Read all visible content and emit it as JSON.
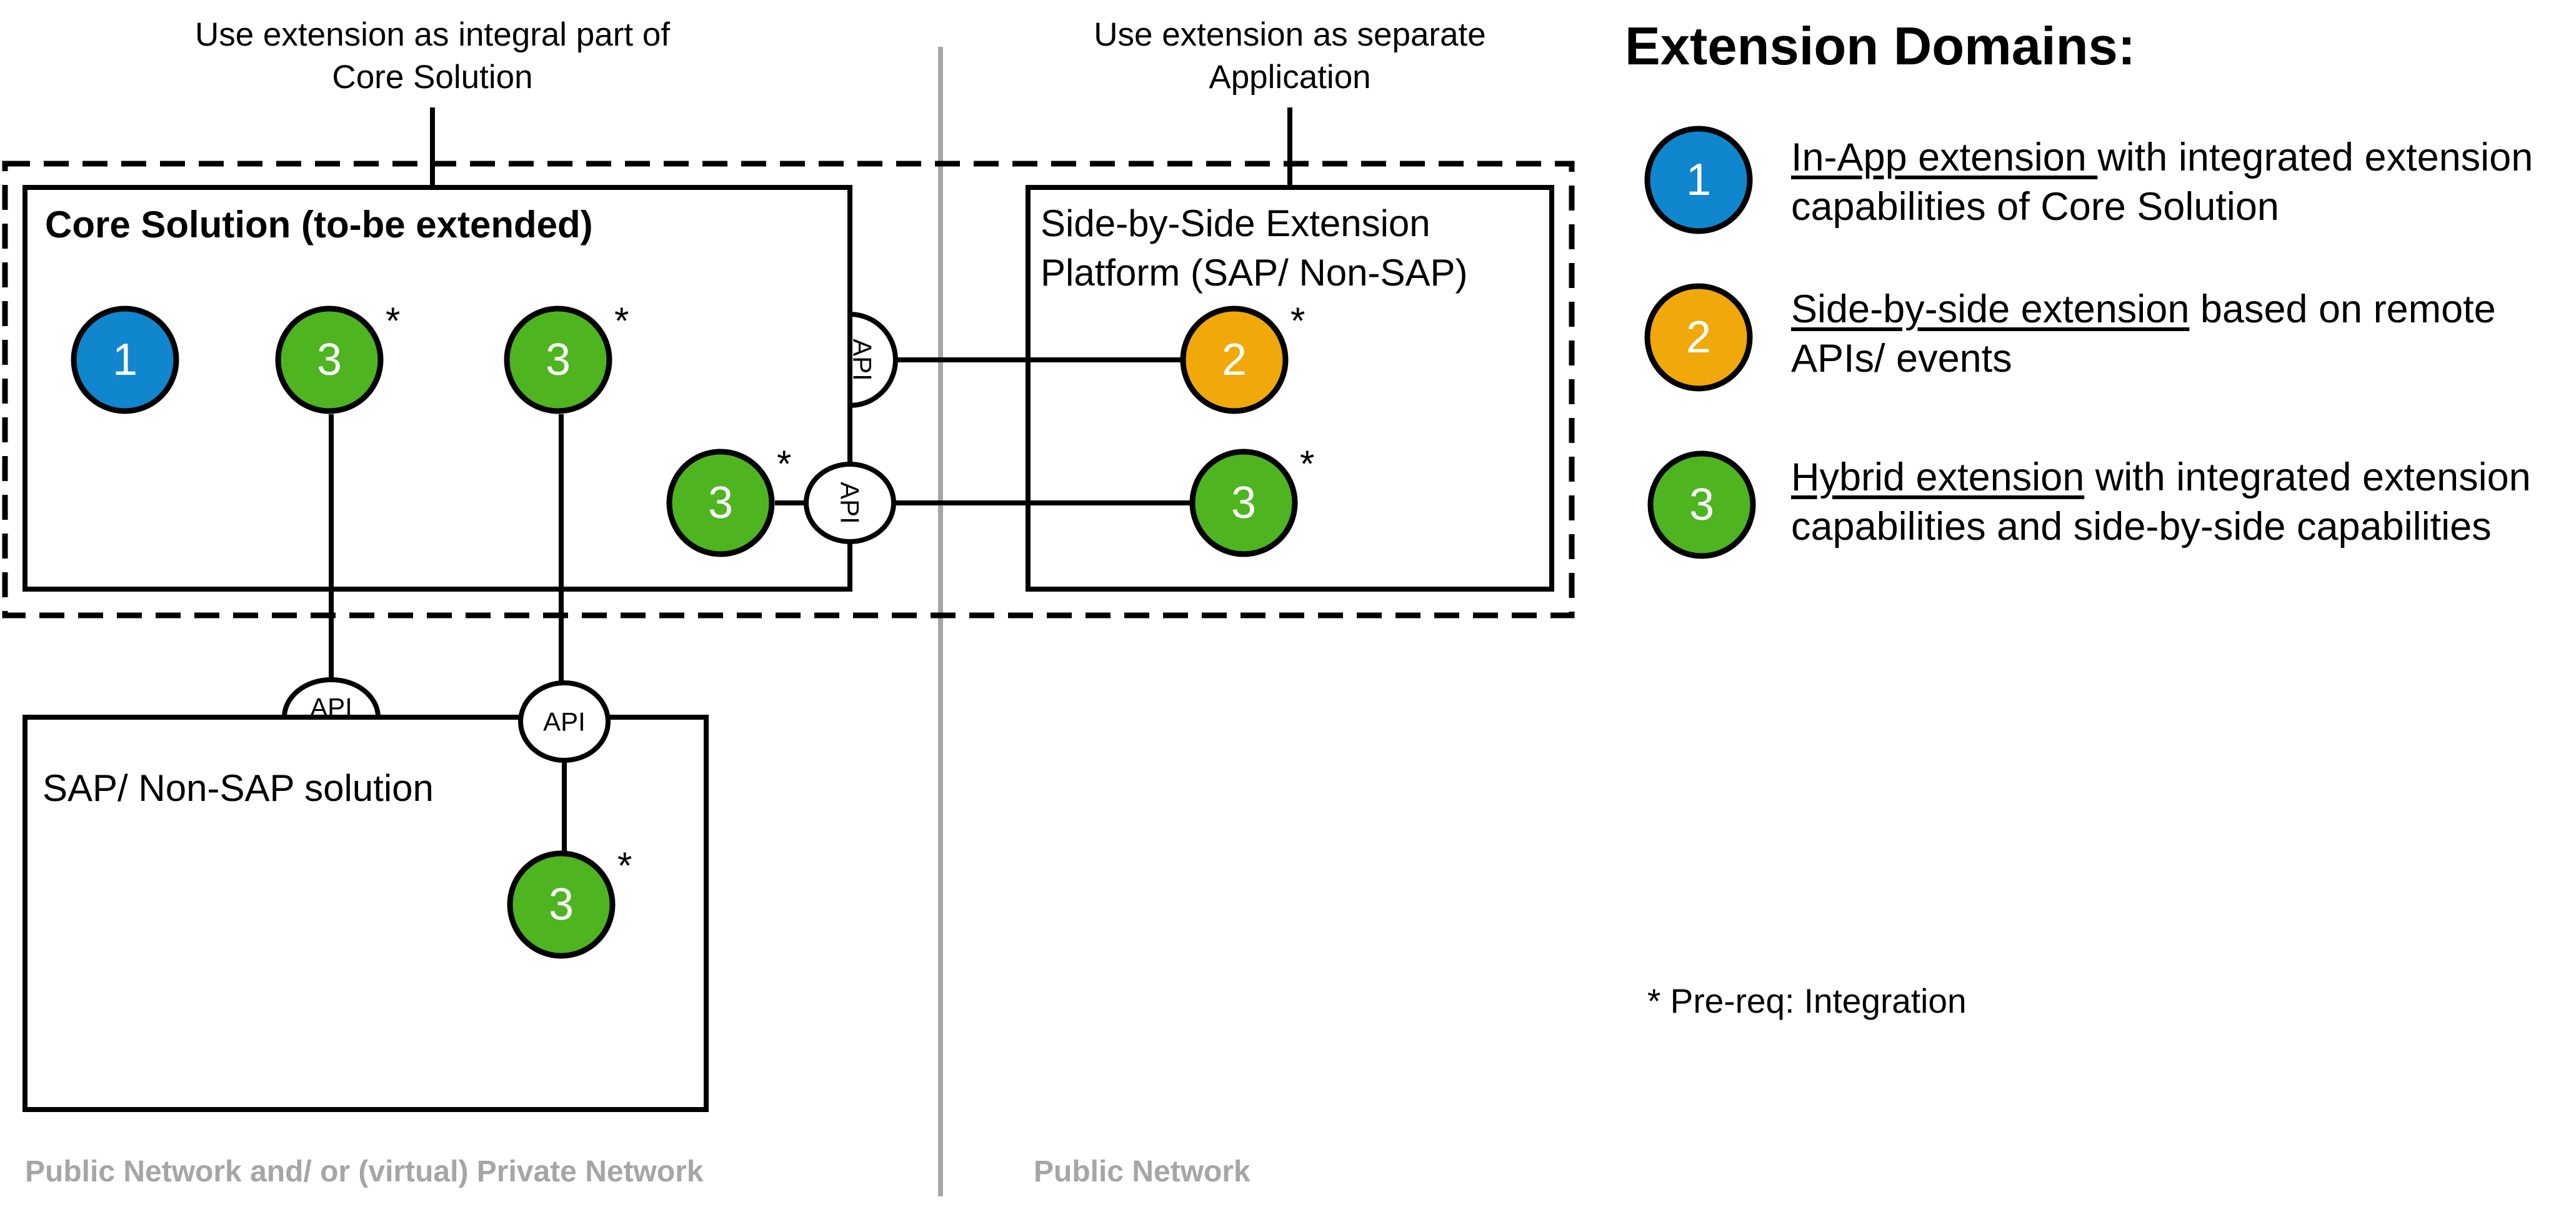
{
  "captions": {
    "integral": "Use extension as integral part of\nCore Solution",
    "separate": "Use extension as separate\nApplication"
  },
  "boxes": {
    "core": "Core Solution (to-be extended)",
    "side": "Side-by-Side Extension\nPlatform (SAP/ Non-SAP)",
    "external": "SAP/ Non-SAP solution"
  },
  "api_label": "API",
  "asterisk": "*",
  "nodes": [
    {
      "id": "core-in-app",
      "number": "1",
      "domain": 1,
      "asterisk": false
    },
    {
      "id": "core-hybrid-a",
      "number": "3",
      "domain": 3,
      "asterisk": true
    },
    {
      "id": "core-hybrid-b",
      "number": "3",
      "domain": 3,
      "asterisk": true
    },
    {
      "id": "core-hybrid-c",
      "number": "3",
      "domain": 3,
      "asterisk": true
    },
    {
      "id": "side-remote",
      "number": "2",
      "domain": 2,
      "asterisk": true
    },
    {
      "id": "side-hybrid",
      "number": "3",
      "domain": 3,
      "asterisk": true
    },
    {
      "id": "external-hybrid",
      "number": "3",
      "domain": 3,
      "asterisk": true
    }
  ],
  "legend": {
    "title": "Extension Domains:",
    "items": [
      {
        "number": "1",
        "term": "In-App extension ",
        "rest": "with integrated extension capabilities of Core Solution"
      },
      {
        "number": "2",
        "term": "Side-by-side extension",
        "rest": " based on remote APIs/ events"
      },
      {
        "number": "3",
        "term": "Hybrid extension",
        "rest": " with integrated extension capabilities and side-by-side capabilities"
      }
    ]
  },
  "footnote": "* Pre-req: Integration",
  "regions": {
    "left": "Public Network and/ or (virtual) Private Network",
    "right": "Public Network"
  },
  "colors": {
    "domain1": "#0f86ce",
    "domain2": "#f0a80a",
    "domain3": "#4eb521",
    "outline": "#000000",
    "divider": "#a6a6a6",
    "region_text": "#a6a6a6"
  }
}
